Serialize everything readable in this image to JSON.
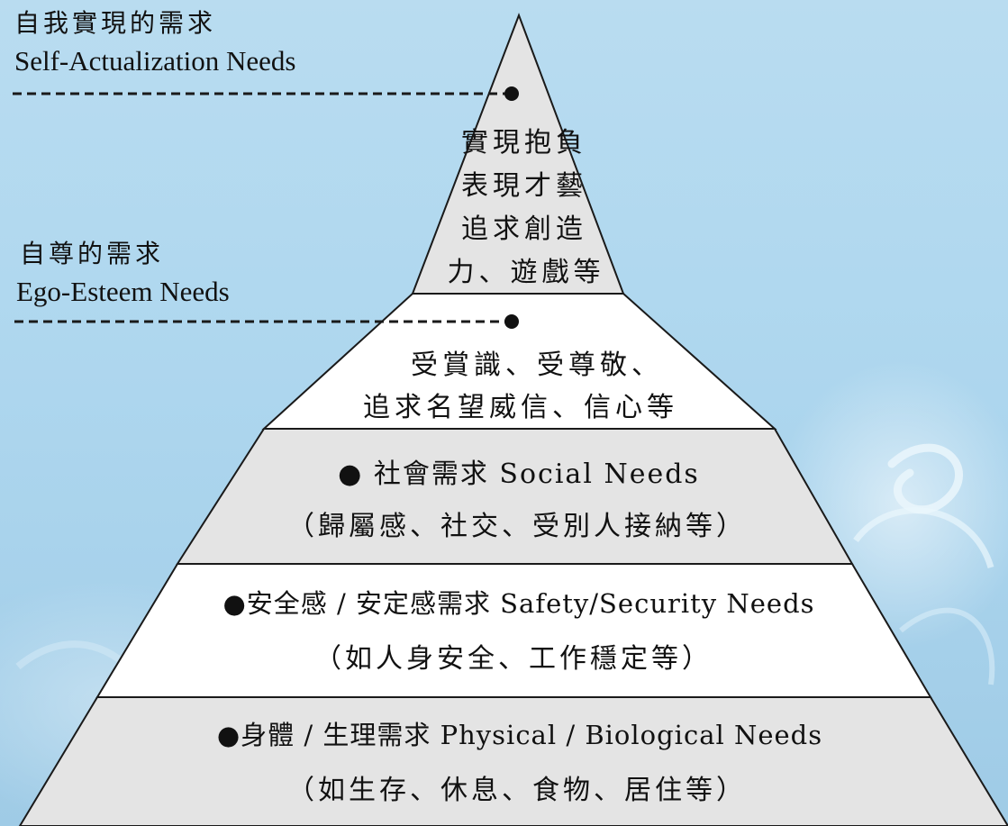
{
  "labels": {
    "self_actualization": {
      "zh": "自我實現的需求",
      "en": "Self-Actualization Needs"
    },
    "ego_esteem": {
      "zh": "自尊的需求",
      "en": "Ego-Esteem Needs"
    }
  },
  "levels": [
    {
      "id": "self-actualization",
      "lines": [
        "實現抱負",
        "表現才藝",
        "追求創造",
        "力、遊戲等"
      ],
      "fill": "#e4e4e4"
    },
    {
      "id": "ego-esteem",
      "lines": [
        "受賞識、受尊敬、",
        "追求名望威信、信心等"
      ],
      "fill": "#ffffff"
    },
    {
      "id": "social",
      "lines": [
        "● 社會需求 Social Needs",
        "（歸屬感、社交、受別人接納等）"
      ],
      "fill": "#e4e4e4"
    },
    {
      "id": "safety",
      "lines": [
        "●安全感 / 安定感需求 Safety/Security Needs",
        "（如人身安全、工作穩定等）"
      ],
      "fill": "#ffffff"
    },
    {
      "id": "physical",
      "lines": [
        "●身體 / 生理需求 Physical / Biological Needs",
        "（如生存、休息、食物、居住等）"
      ],
      "fill": "#e4e4e4"
    }
  ],
  "colors": {
    "outline": "#1a1a1a",
    "leader_line": "#1a1a1a"
  }
}
